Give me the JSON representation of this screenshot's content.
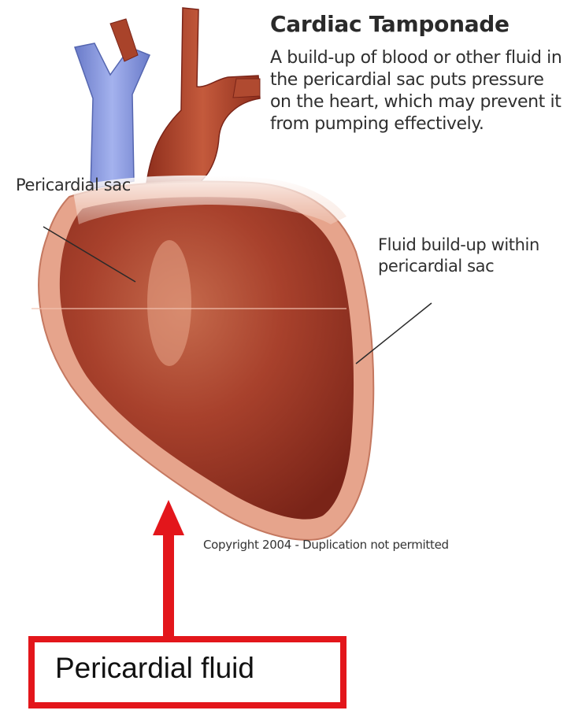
{
  "title": "Cardiac Tamponade",
  "description": "A build-up of blood or other fluid in the pericardial sac puts pressure on the heart, which may prevent it from pumping effectively.",
  "labels": {
    "pericardial_sac": "Pericardial sac",
    "fluid_buildup": "Fluid build-up within pericardial sac"
  },
  "copyright": "Copyright 2004 - Duplication not permitted",
  "callout": {
    "text": "Pericardial fluid"
  },
  "colors": {
    "heart": "#a8412c",
    "heart_dark": "#7a2418",
    "sac": "#e3a088",
    "vein": "#7e8fd6",
    "aorta": "#b2452c",
    "arrow": "#e3161b"
  }
}
